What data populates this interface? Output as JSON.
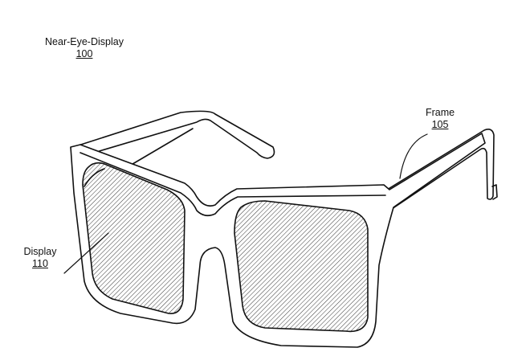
{
  "labels": {
    "device": {
      "name": "Near-Eye-Display",
      "ref": "100"
    },
    "frame": {
      "name": "Frame",
      "ref": "105"
    },
    "display": {
      "name": "Display",
      "ref": "110"
    }
  },
  "colors": {
    "line": "#111111",
    "background": "#ffffff"
  }
}
